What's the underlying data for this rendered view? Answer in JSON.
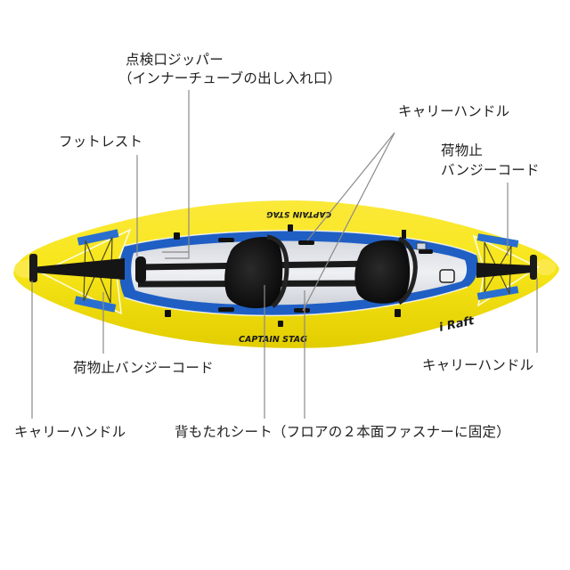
{
  "diagram": {
    "subject": "Inflatable 2-person kayak (top view)",
    "colors": {
      "hull_yellow": "#f7e61a",
      "hull_shadow": "#d9c400",
      "hull_highlight": "#fff36a",
      "inner_blue": "#1f5fc4",
      "floor_grey": "#e2e4e8",
      "strap_black": "#151515",
      "bungee_pad_blue": "#2a6fd0",
      "leader_line": "#8a8a8a",
      "text": "#1f1f1f"
    },
    "branding": {
      "top_print": "CAPTAIN STAG",
      "bottom_print": "CAPTAIN STAG",
      "model_print": "i Raft"
    },
    "callouts": [
      {
        "id": "inspection-zipper",
        "lines": [
          "点検口ジッパー",
          "（インナーチューブの出し入れ口）"
        ]
      },
      {
        "id": "carry-handle-top",
        "lines": [
          "キャリーハンドル"
        ]
      },
      {
        "id": "footrest",
        "lines": [
          "フットレスト"
        ]
      },
      {
        "id": "bungee-cord-right",
        "lines": [
          "荷物止",
          "バンジーコード"
        ]
      },
      {
        "id": "bungee-cord-left",
        "lines": [
          "荷物止バンジーコード"
        ]
      },
      {
        "id": "carry-handle-right",
        "lines": [
          "キャリーハンドル"
        ]
      },
      {
        "id": "carry-handle-left",
        "lines": [
          "キャリーハンドル"
        ]
      },
      {
        "id": "backrest-seat",
        "lines": [
          "背もたれシート（フロアの２本面ファスナーに固定）"
        ]
      }
    ]
  }
}
